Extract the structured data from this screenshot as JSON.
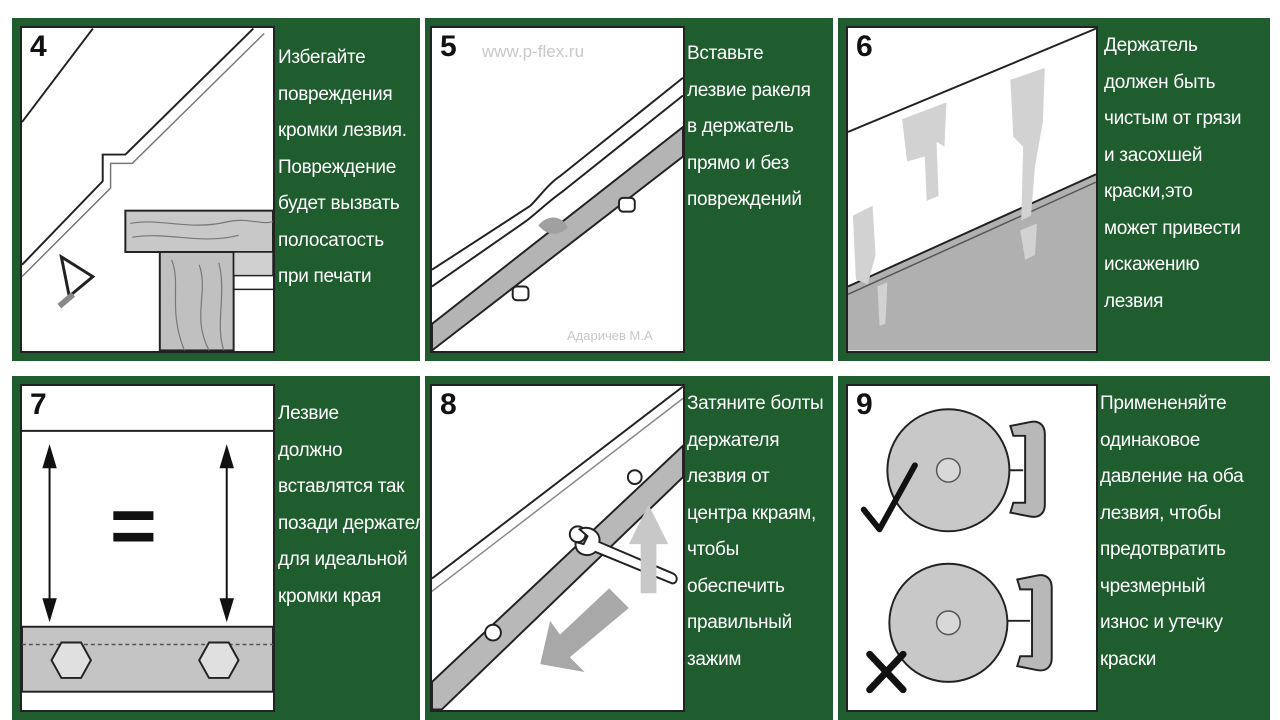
{
  "panels": [
    {
      "number": "4",
      "lines": [
        "Избегайте",
        "повреждения",
        "кромки лезвия.",
        "Повреждение",
        "будет вызвать",
        "полосатость",
        "при печати"
      ]
    },
    {
      "number": "5",
      "lines": [
        "Вставьте",
        "лезвие ракеля",
        "в держатель",
        "прямо и без",
        "повреждений"
      ]
    },
    {
      "number": "6",
      "lines": [
        "Держатель",
        "должен быть",
        "чистым от грязи",
        "и засохшей",
        "краски,это",
        "может привести",
        "искажению",
        "лезвия"
      ]
    },
    {
      "number": "7",
      "lines": [
        "Лезвие",
        "должно",
        "вставлятся так",
        "позади держателя",
        "для идеальной",
        "кромки края"
      ]
    },
    {
      "number": "8",
      "lines": [
        "Затяните болты",
        "держателя",
        "лезвия от",
        "центра ккраям,",
        "чтобы",
        "обеспечить",
        "правильный",
        "зажим"
      ]
    },
    {
      "number": "9",
      "lines": [
        "Примененяйте",
        "одинаковое",
        "давление на оба",
        "лезвия, чтобы",
        "предотвратить",
        "чрезмерный",
        "износ и утечку",
        "краски"
      ]
    }
  ],
  "watermarks": {
    "site": "www.p-flex.ru",
    "author": "Адаричев М.А"
  },
  "symbols": {
    "equals": "="
  },
  "colors": {
    "panel_green": "#1f5c2e",
    "picture_bg": "#ffffff",
    "text": "#ffffff",
    "line": "#222222",
    "gray_fill": "#b4b4b4"
  }
}
